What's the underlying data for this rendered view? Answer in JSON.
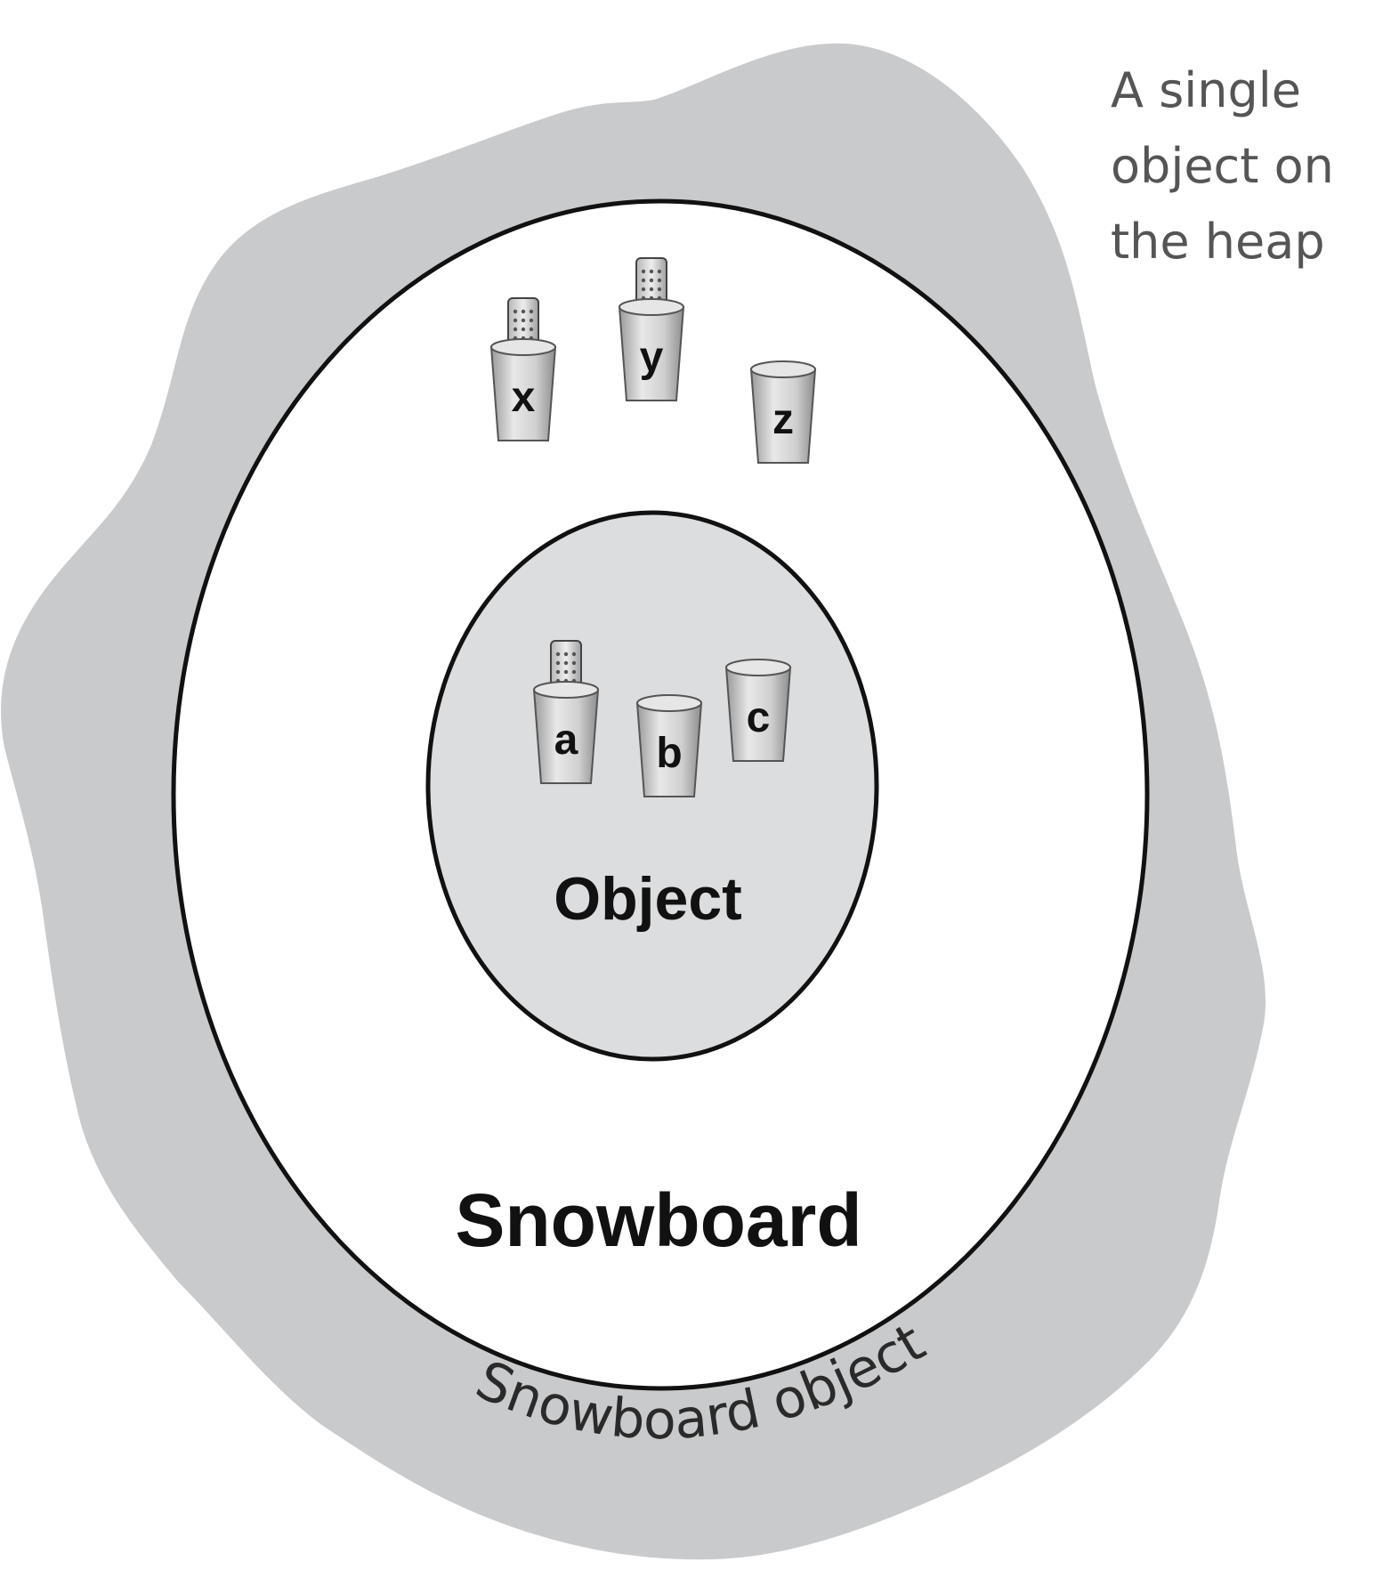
{
  "annotation": {
    "lines": [
      "A single",
      "object on",
      "the heap"
    ]
  },
  "outer_label": "Snowboard object",
  "snowboard_label": "Snowboard",
  "object_label": "Object",
  "snowboard_variables": [
    {
      "letter": "x",
      "has_remote": true
    },
    {
      "letter": "y",
      "has_remote": true
    },
    {
      "letter": "z",
      "has_remote": false
    }
  ],
  "object_variables": [
    {
      "letter": "a",
      "has_remote": true
    },
    {
      "letter": "b",
      "has_remote": false
    },
    {
      "letter": "c",
      "has_remote": false
    }
  ],
  "colors": {
    "heap_blob": "#c9cacc",
    "snowboard_fill": "#ffffff",
    "object_fill": "#dcdddf",
    "outline": "#111111",
    "annotation_text": "#555555"
  }
}
